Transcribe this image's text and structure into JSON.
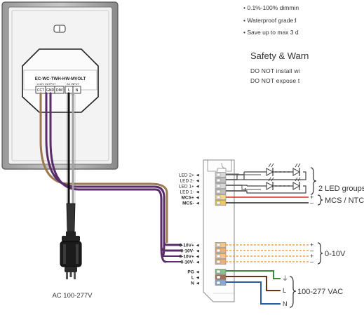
{
  "specs": {
    "bullet": "•",
    "items": [
      "0.1%-100% dimmin",
      "Waterproof grade:I",
      "Save up to max 3 d"
    ]
  },
  "safety": {
    "title": "Safety & Warn",
    "lines": [
      "DO NOT install wi",
      "DO NOT expose t"
    ]
  },
  "wall_panel": {
    "module_label": "EC-WC-TWH-HW-MVOLT",
    "output_header": "0-10V OUTPUT",
    "input_header": "AC INPUT",
    "terminals": [
      "CCT",
      "GND",
      "DIM",
      "L",
      "N"
    ]
  },
  "plug_label": "AC 100-277V",
  "driver": {
    "terminals": [
      {
        "label": "LED 2+",
        "arrow": "◄"
      },
      {
        "label": "LED 2-",
        "arrow": "◄"
      },
      {
        "label": "LED 1+",
        "arrow": "◄"
      },
      {
        "label": "LED 1-",
        "arrow": "◄"
      },
      {
        "label": "MCS+",
        "arrow": "◄"
      },
      {
        "label": "MCS-",
        "arrow": "◄"
      },
      {
        "label": "0-10V+",
        "arrow": "◄"
      },
      {
        "label": "0-10V-",
        "arrow": "◄"
      },
      {
        "label": "0-10V+",
        "arrow": "◄"
      },
      {
        "label": "0-10V-",
        "arrow": "◄"
      },
      {
        "label": "PG",
        "arrow": "◄"
      },
      {
        "label": "L",
        "arrow": "◄"
      },
      {
        "label": "N",
        "arrow": "◄"
      }
    ]
  },
  "groups": {
    "led": "2 LED groups",
    "mcs": "MCS / NTC",
    "dim": "0-10V",
    "ac": "100-277 VAC"
  },
  "polarity": {
    "plus": "+",
    "minus": "–",
    "L": "L",
    "N": "N",
    "ground": "⏚"
  },
  "colors": {
    "purple": "#5a2d6a",
    "tan": "#9c7a4f",
    "black": "#111111",
    "gray": "#a0a0a0",
    "red": "#d8282a",
    "orange": "#f0a040",
    "green": "#3a8a3a",
    "brown": "#6a3318",
    "blue": "#2a5aa8"
  }
}
